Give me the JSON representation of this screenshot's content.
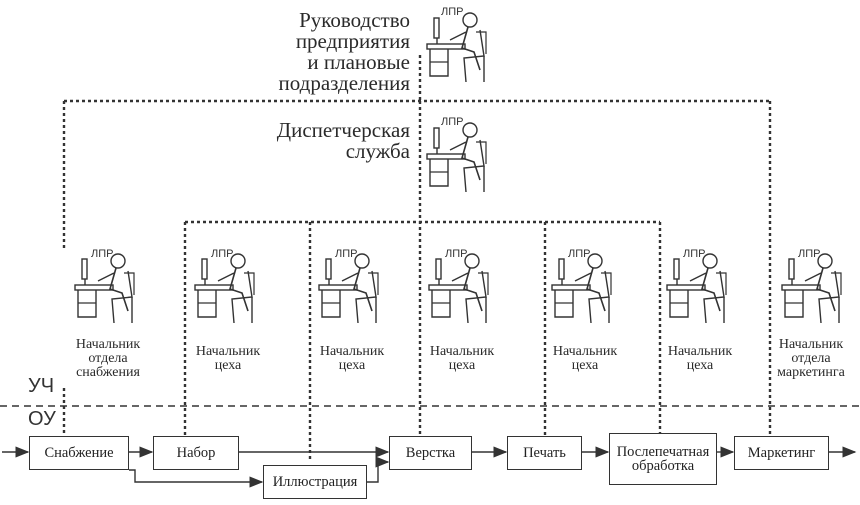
{
  "top": {
    "title": [
      "Руководство",
      "предприятия",
      "и плановые",
      "подразделения"
    ],
    "lpr": "ЛПР"
  },
  "dispatch": {
    "title": [
      "Диспетчерская",
      "служба"
    ],
    "lpr": "ЛПР"
  },
  "managers": [
    {
      "lines": [
        "Начальник",
        "отдела",
        "снабжения"
      ],
      "lpr": "ЛПР"
    },
    {
      "lines": [
        "Начальник",
        "цеха"
      ],
      "lpr": "ЛПР"
    },
    {
      "lines": [
        "Начальник",
        "цеха"
      ],
      "lpr": "ЛПР"
    },
    {
      "lines": [
        "Начальник",
        "цеха"
      ],
      "lpr": "ЛПР"
    },
    {
      "lines": [
        "Начальник",
        "цеха"
      ],
      "lpr": "ЛПР"
    },
    {
      "lines": [
        "Начальник",
        "цеха"
      ],
      "lpr": "ЛПР"
    },
    {
      "lines": [
        "Начальник",
        "отдела",
        "маркетинга"
      ],
      "lpr": "ЛПР"
    }
  ],
  "levels": {
    "upper": "УЧ",
    "lower": "ОУ"
  },
  "process": {
    "supply": "Снабжение",
    "typeset": "Набор",
    "illustration": "Иллюстрация",
    "layout": "Верстка",
    "print": "Печать",
    "postpress": [
      "Послепечатная",
      "обработка"
    ],
    "marketing": "Маркетинг"
  }
}
